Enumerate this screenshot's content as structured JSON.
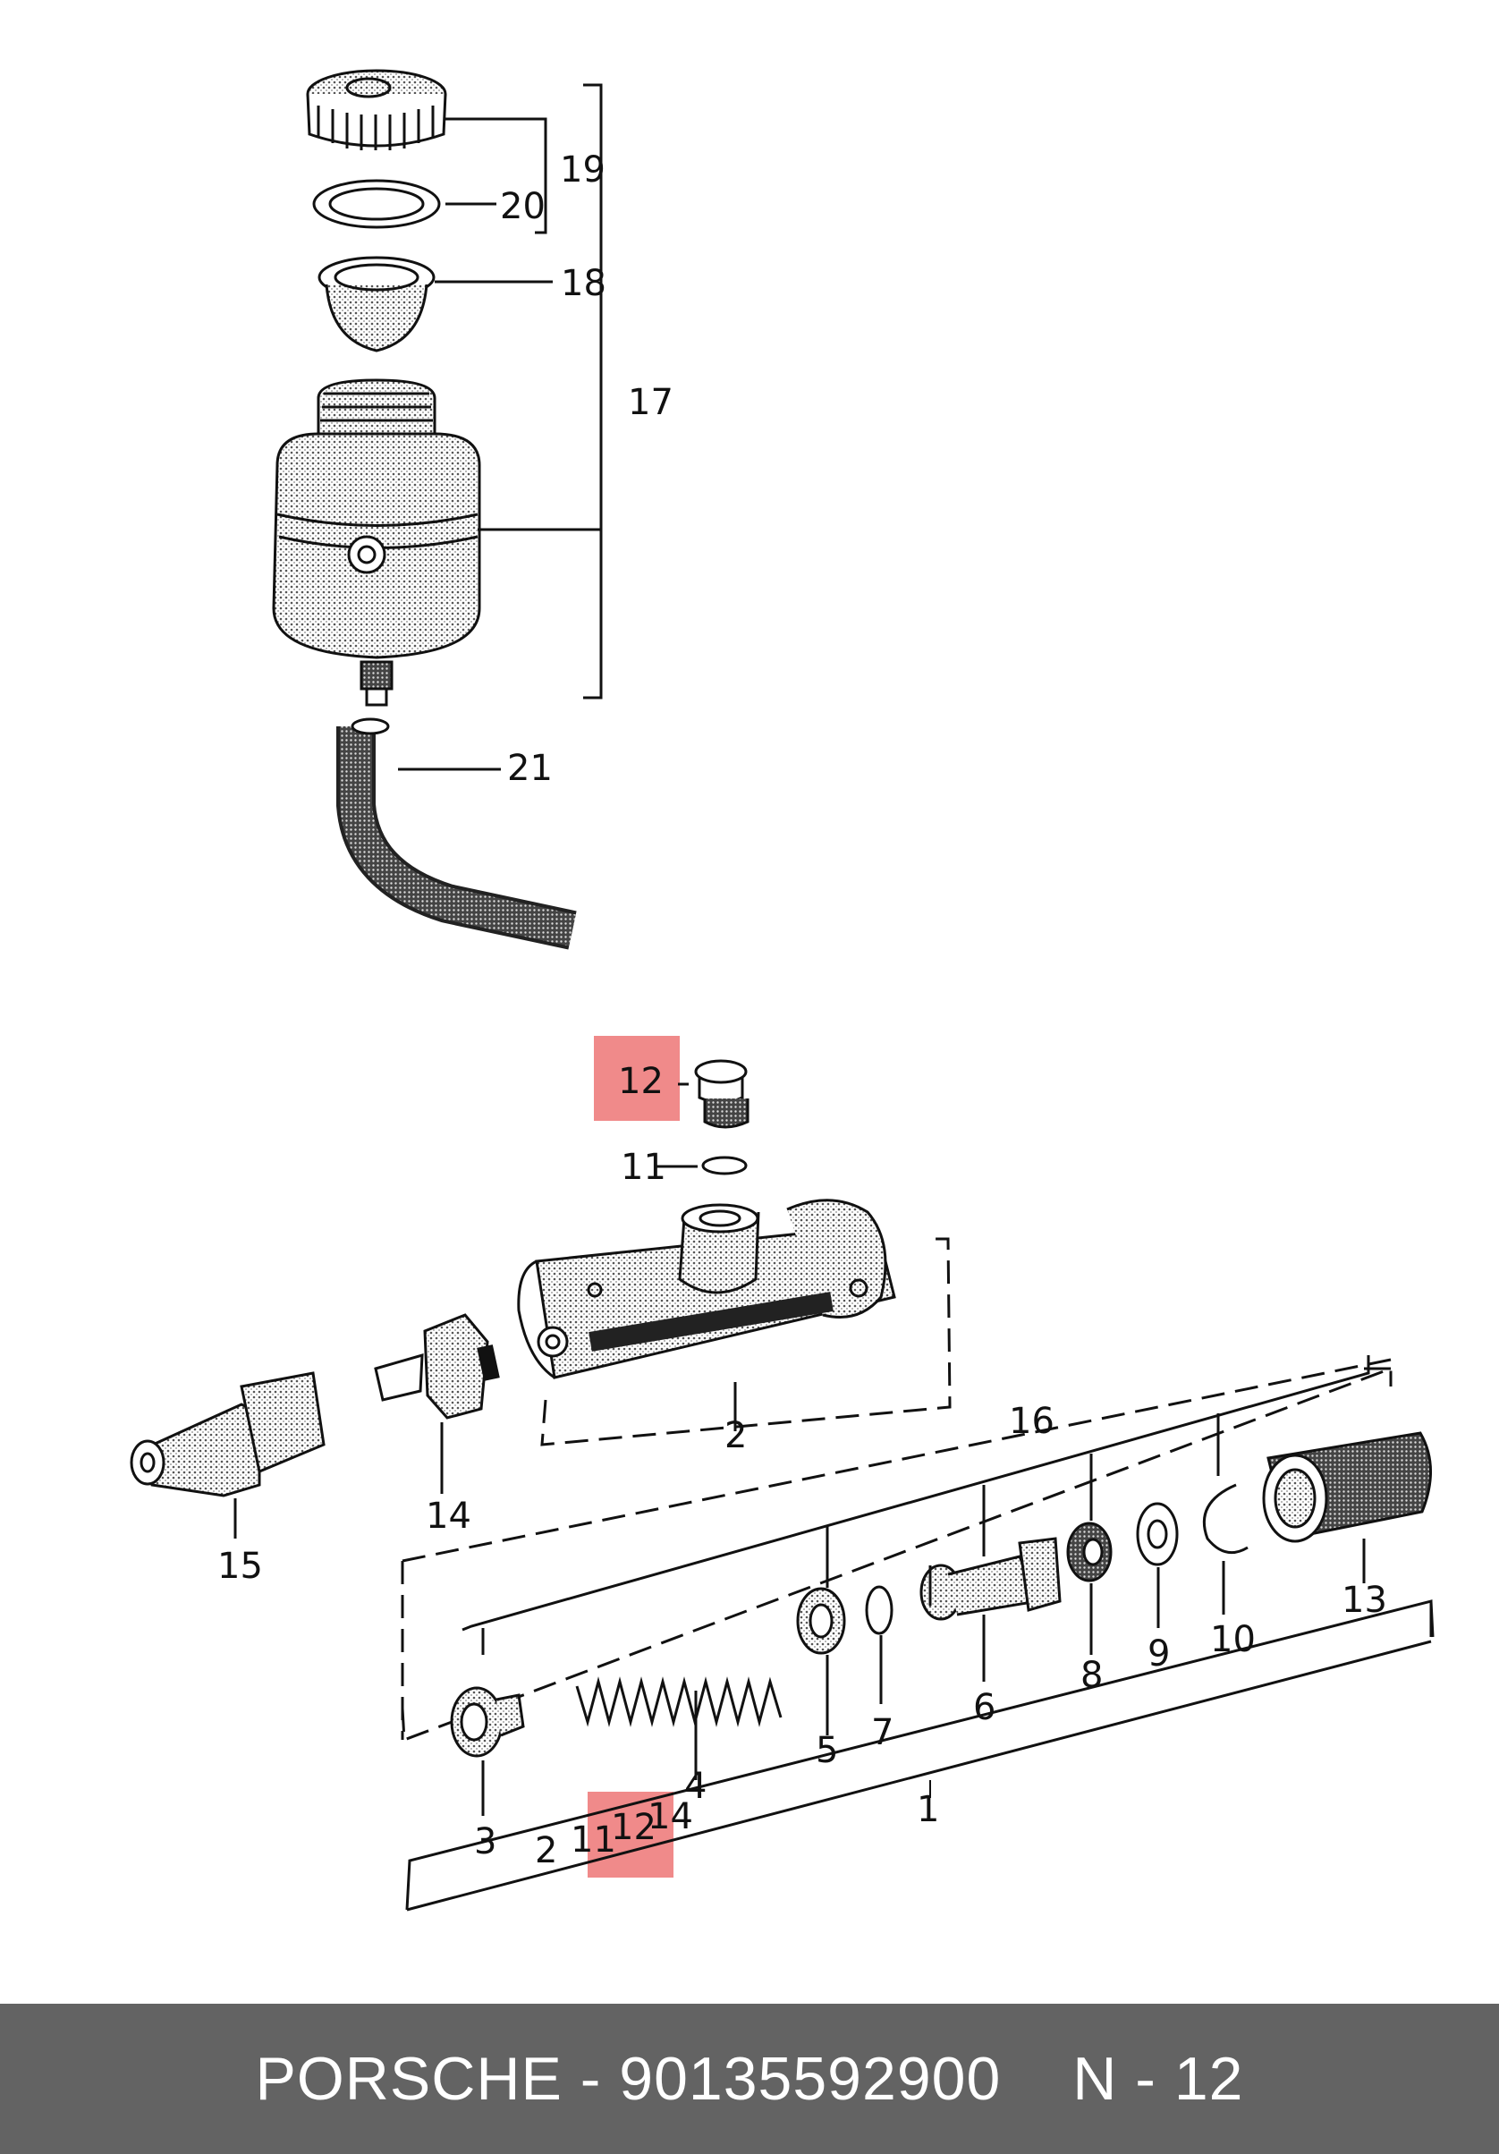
{
  "diagram": {
    "callouts": {
      "n1": "1",
      "n2": "2",
      "n3": "3",
      "n4": "4",
      "n5": "5",
      "n6": "6",
      "n7": "7",
      "n8": "8",
      "n9": "9",
      "n10": "10",
      "n11": "11",
      "n12": "12",
      "n13": "13",
      "n14": "14",
      "n15": "15",
      "n16": "16",
      "n17": "17",
      "n18": "18",
      "n19": "19",
      "n20": "20",
      "n21": "21"
    },
    "kit_contents": {
      "a": "2",
      "b": "11",
      "c": "12",
      "d": "14"
    },
    "highlight_color": "#f08a8a"
  },
  "footer": {
    "brand": "PORSCHE",
    "separator": "-",
    "part_number": "90135592900",
    "page_ref": "N - 12",
    "background": "#636363"
  }
}
